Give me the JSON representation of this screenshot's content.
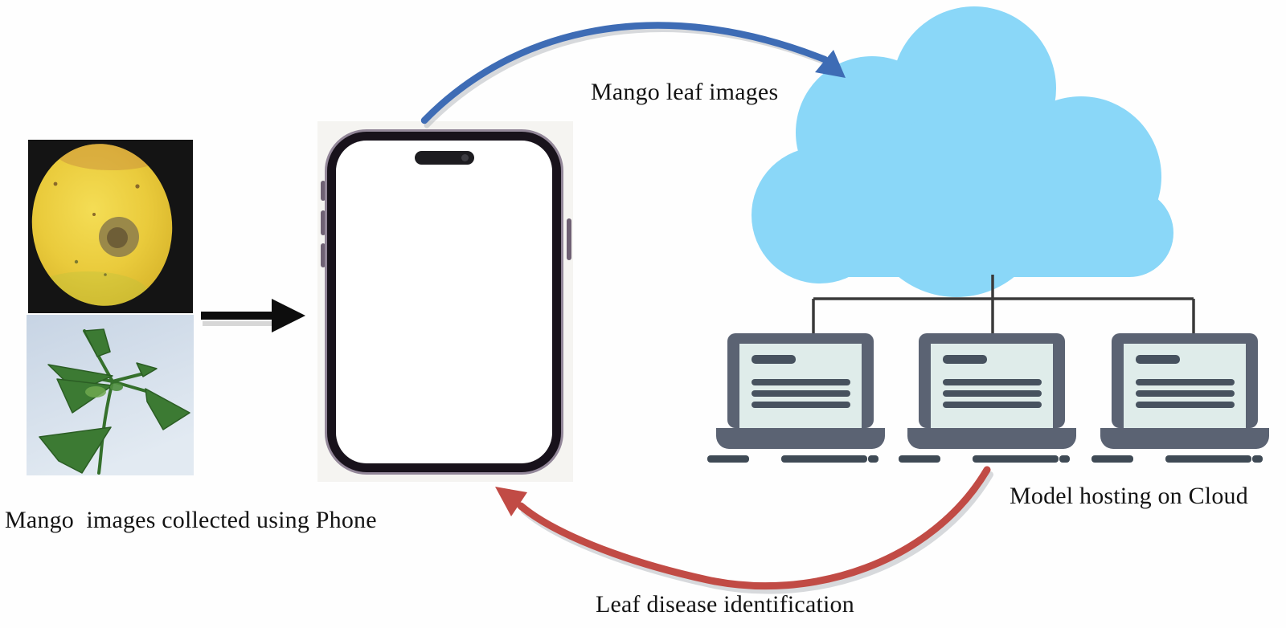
{
  "labels": {
    "photos_caption": "Mango  images collected using Phone",
    "upload_arrow": "Mango leaf images",
    "cloud_caption": "Model hosting on Cloud",
    "download_arrow": "Leaf disease identification"
  },
  "nodes": {
    "photos": [
      {
        "name": "diseased mango fruit photo"
      },
      {
        "name": "mango leaf photo"
      }
    ],
    "phone": {
      "type": "smartphone",
      "screen": "blank white"
    },
    "cloud": {
      "type": "cloud"
    },
    "servers": {
      "type": "laptop",
      "count": 3
    }
  },
  "arrows": [
    {
      "name": "images-to-phone",
      "style": "straight",
      "color": "#0D0D0D"
    },
    {
      "name": "phone-to-cloud",
      "style": "curved",
      "color": "#3E6CB5",
      "label": "Mango leaf images"
    },
    {
      "name": "cloud-to-phone",
      "style": "curved",
      "color": "#C14B45",
      "label": "Leaf disease identification"
    }
  ],
  "colors": {
    "cloud_fill": "#8AD7F8",
    "laptop_frame": "#5B6373",
    "laptop_screen": "#DFECEA",
    "laptop_lines": "#47525F",
    "connector": "#3A3A3A",
    "arrow_blue": "#3E6CB5",
    "arrow_red": "#C14B45",
    "arrow_black": "#0D0D0D",
    "phone_frame": "#18121B",
    "photo1_bg": "#141414",
    "photo2_bg": "#CCD8E6"
  }
}
